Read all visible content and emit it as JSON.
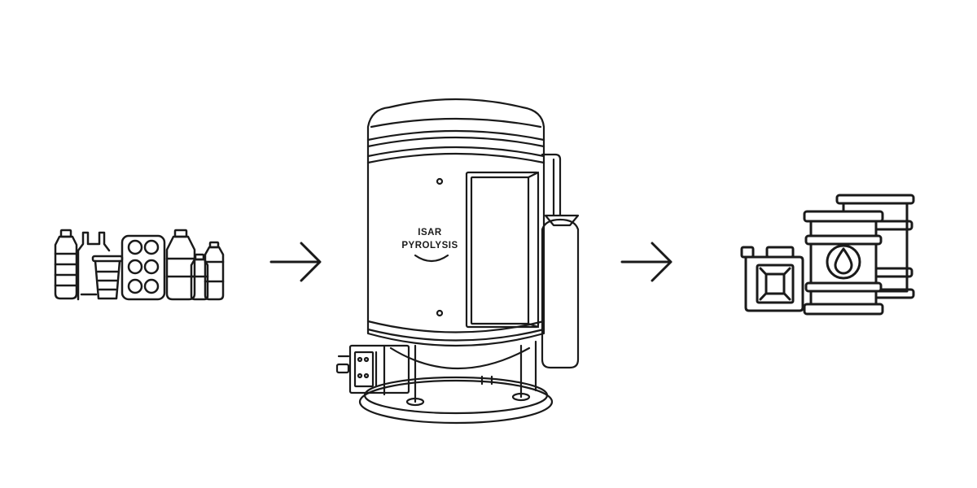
{
  "colors": {
    "stroke": "#1a1a1a",
    "background": "#ffffff"
  },
  "flow": [
    {
      "id": "input",
      "icon": "plastic-waste-icon"
    },
    {
      "id": "arrow-1",
      "icon": "right-arrow-icon"
    },
    {
      "id": "reactor",
      "icon": "pyrolysis-reactor-icon"
    },
    {
      "id": "arrow-2",
      "icon": "right-arrow-icon"
    },
    {
      "id": "output",
      "icon": "fuel-products-icon"
    }
  ],
  "reactor": {
    "label_line1": "ISAR",
    "label_line2": "PYROLYSIS"
  }
}
